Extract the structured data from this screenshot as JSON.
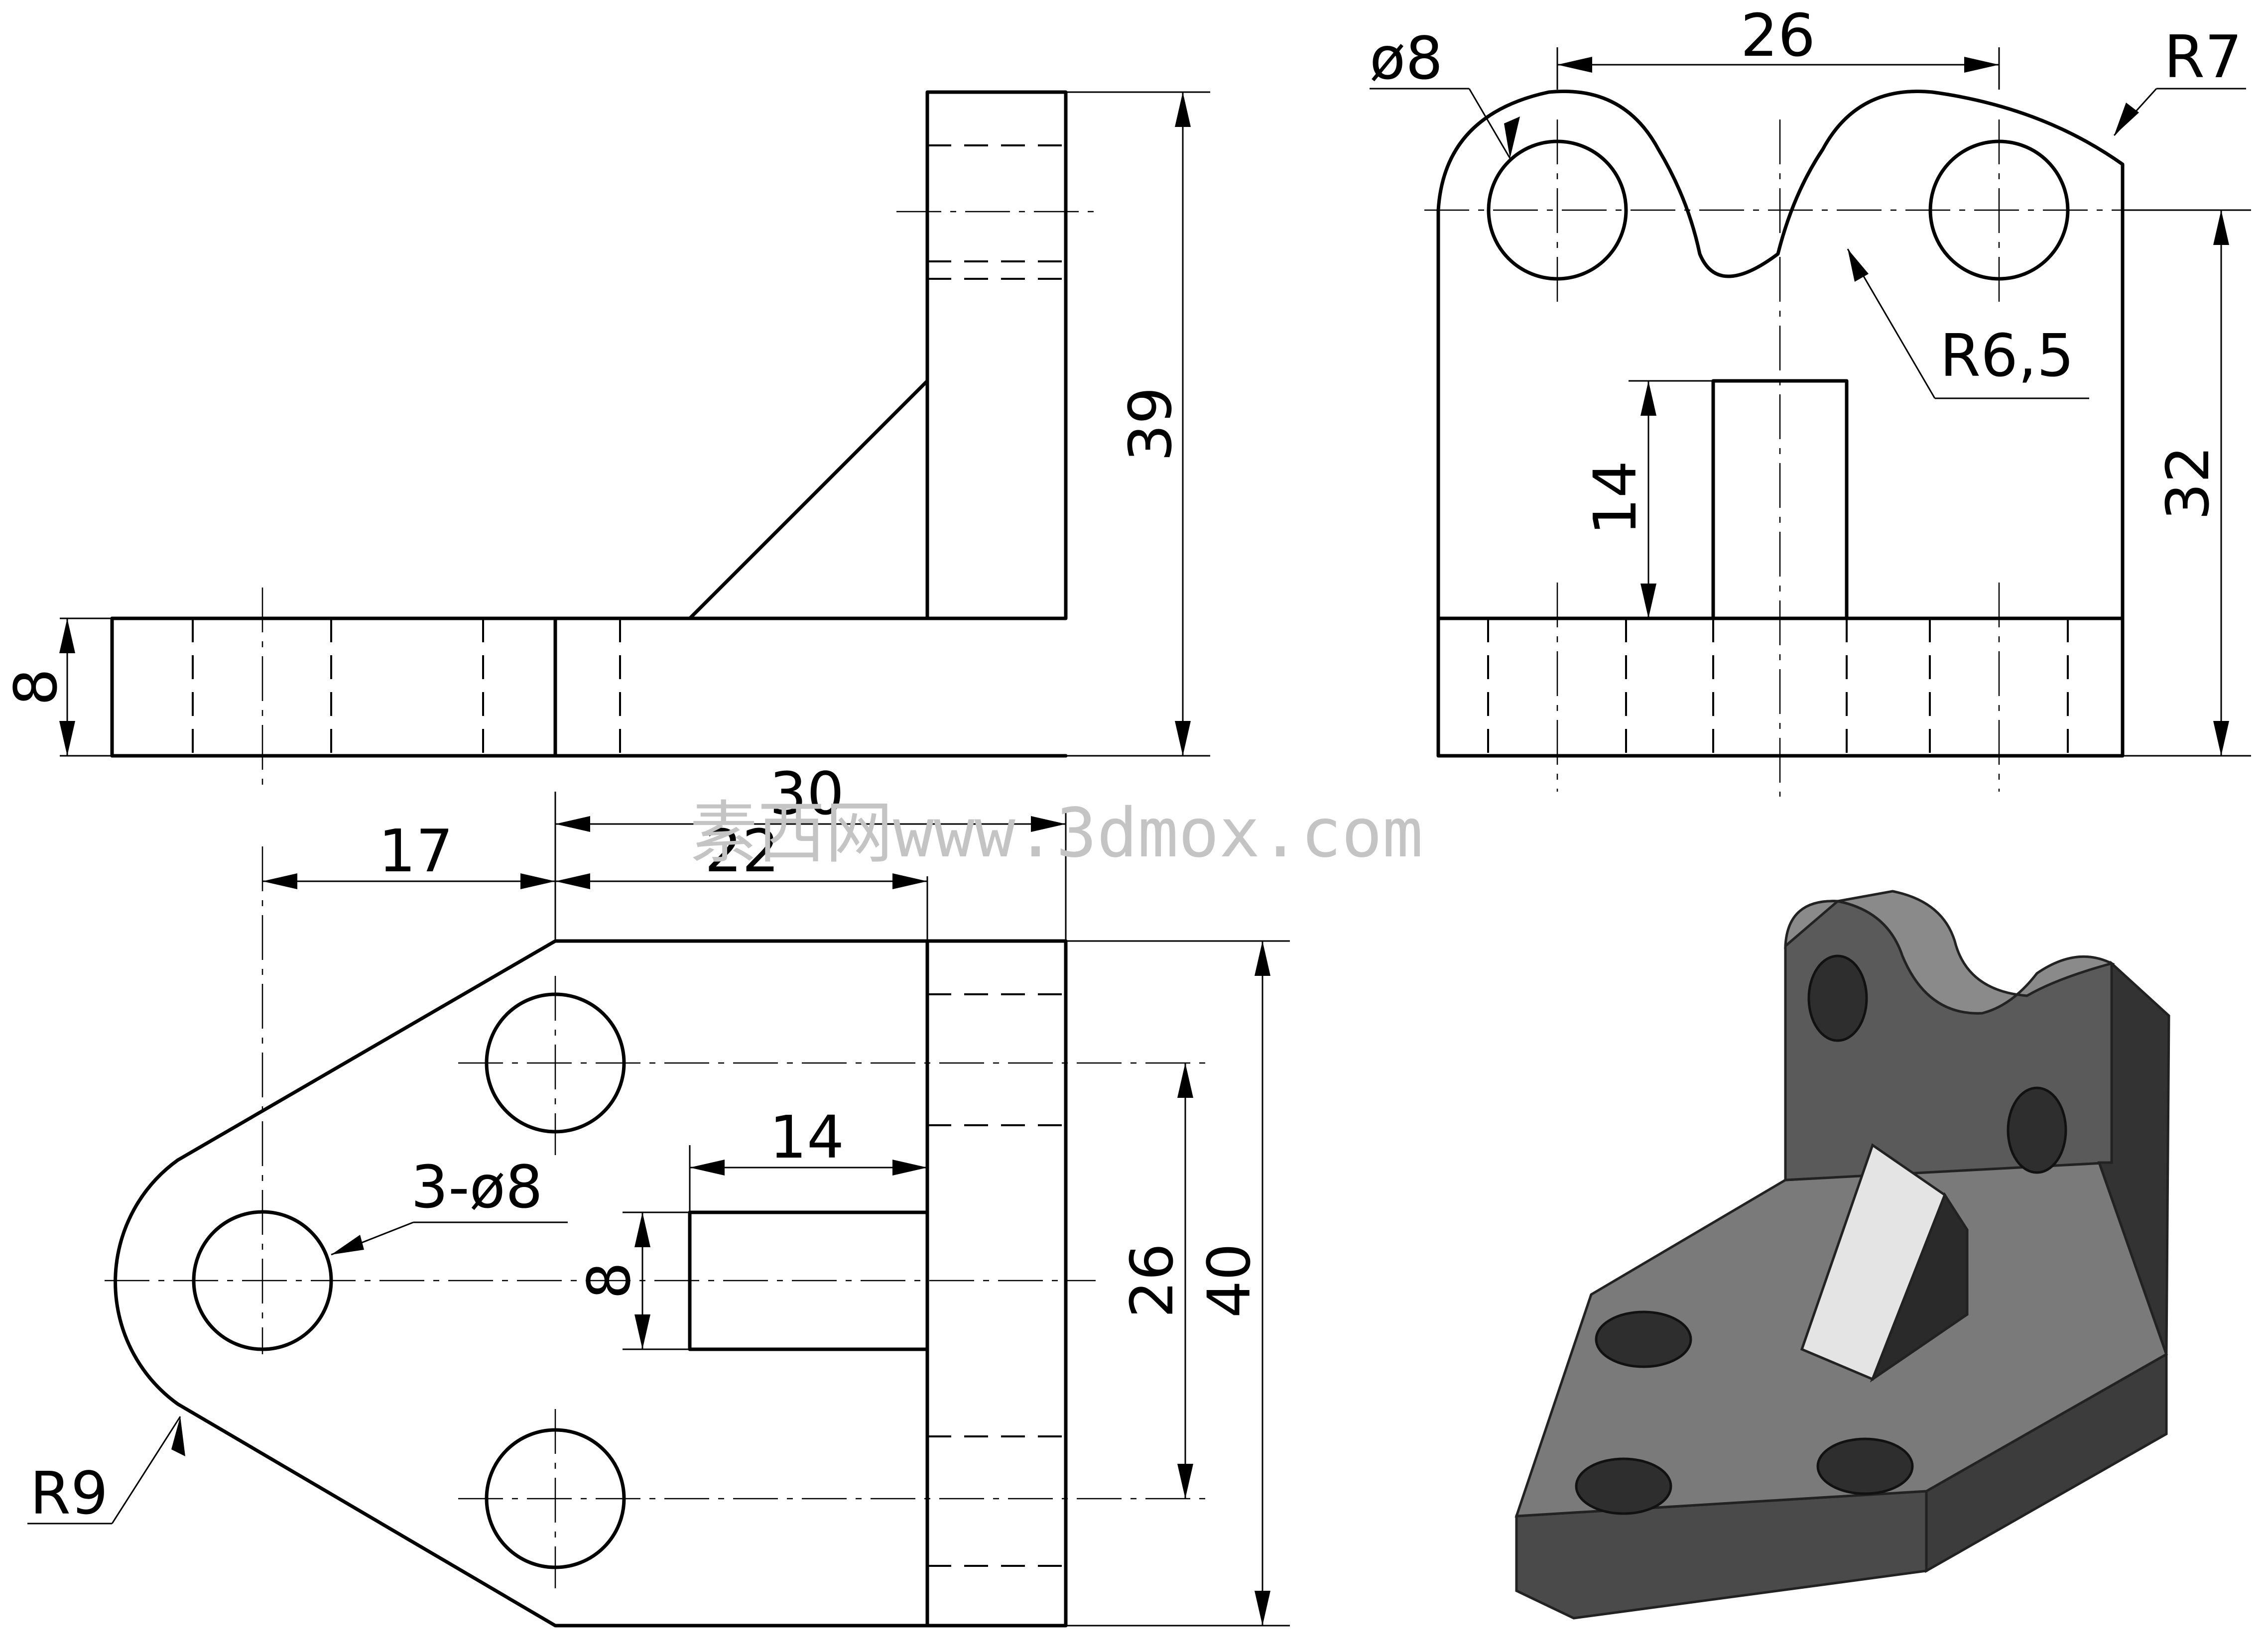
{
  "labels": {
    "front_height": "39",
    "front_base": "8",
    "side_width": "26",
    "side_dia": "ø8",
    "side_r7": "R7",
    "side_r65": "R6,5",
    "side_slot": "14",
    "side_height": "32",
    "top_30": "30",
    "top_22": "22",
    "top_17": "17",
    "top_slot_len": "14",
    "top_holes": "3-ø8",
    "top_slot_w": "8",
    "top_26": "26",
    "top_40": "40",
    "top_r9": "R9"
  },
  "watermark": "素西网www.3dmox.com",
  "colors": {
    "line": "#000000",
    "iso_dark": "#4a4a4a",
    "iso_mid": "#6b6b6b",
    "iso_light": "#9a9a9a",
    "iso_rib": "#e4e4e4"
  }
}
